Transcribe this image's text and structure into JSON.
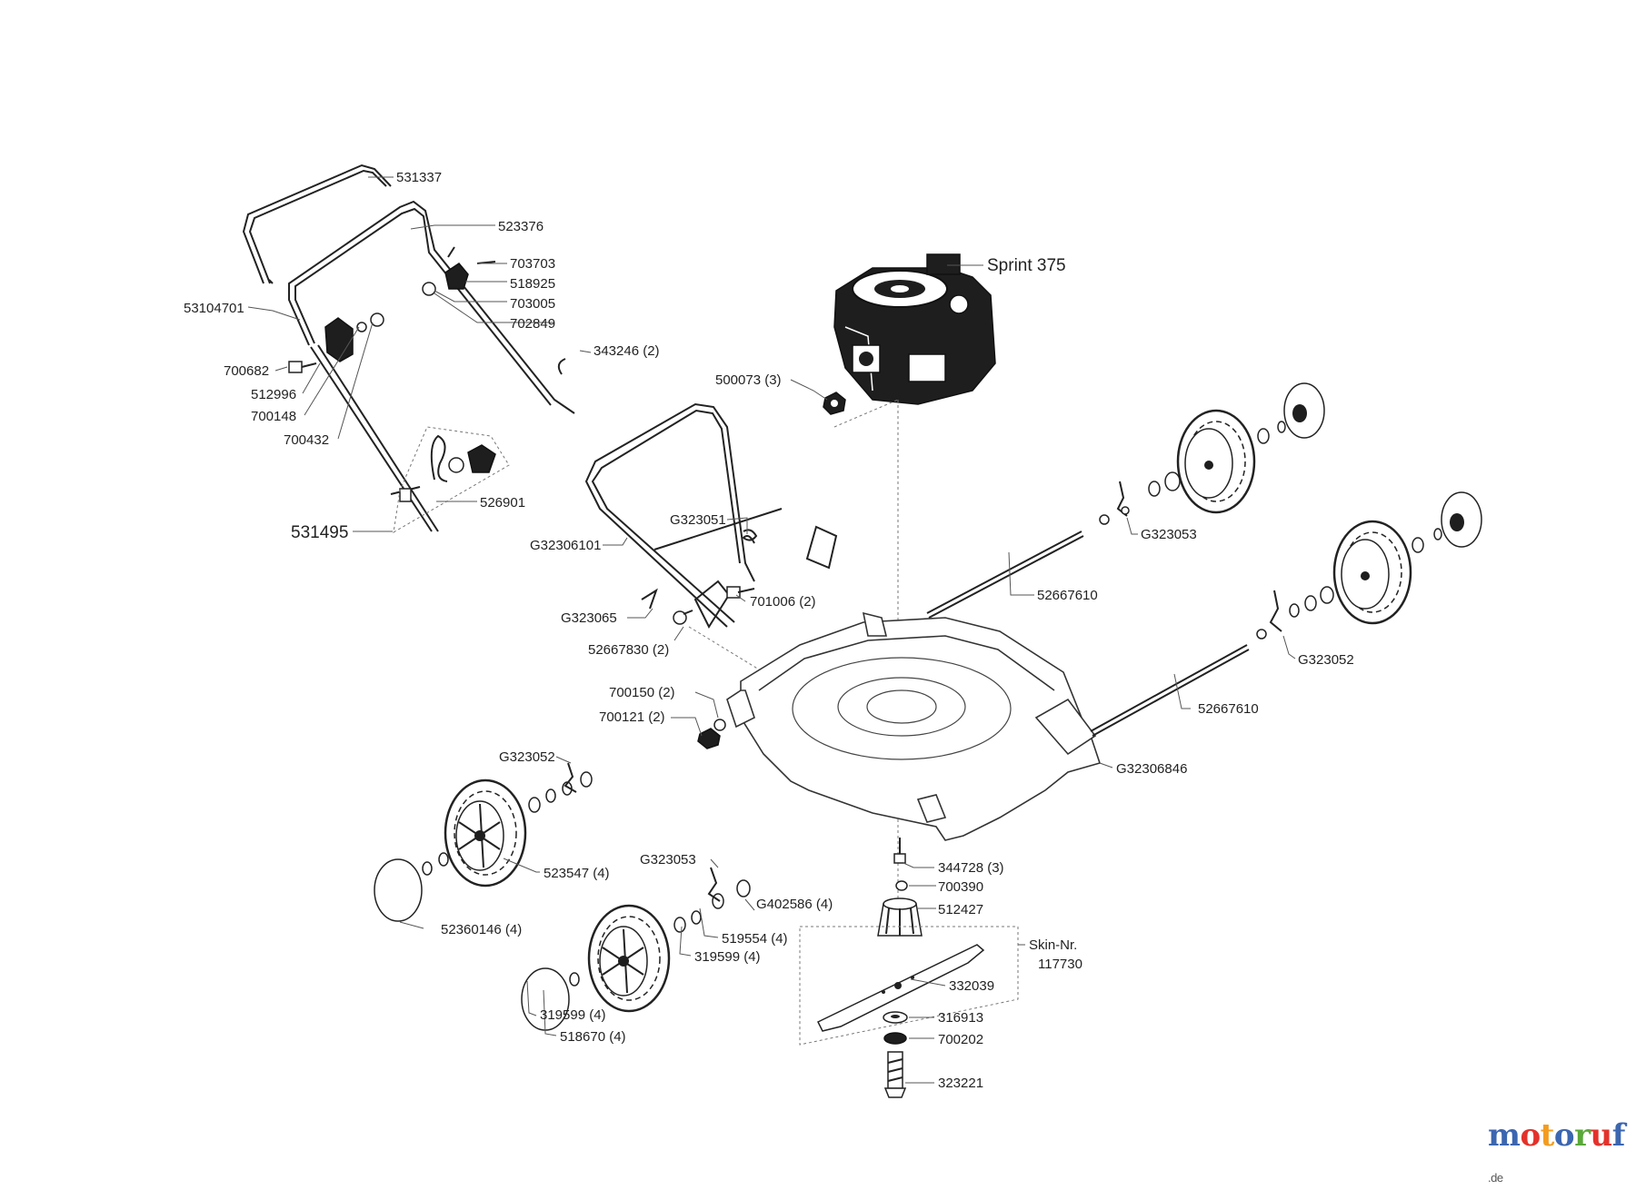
{
  "parts": {
    "p531337": "531337",
    "p523376": "523376",
    "p703703": "703703",
    "p518925": "518925",
    "p703005": "703005",
    "p702849": "702849",
    "p53104701": "53104701",
    "p343246": "343246 (2)",
    "p700682": "700682",
    "p512996": "512996",
    "p700148": "700148",
    "p700432": "700432",
    "p526901": "526901",
    "p531495": "531495",
    "engine": "Sprint 375",
    "p500073": "500073 (3)",
    "pG323051": "G323051",
    "pG32306101": "G32306101",
    "pG323053a": "G323053",
    "p52667610a": "52667610",
    "p701006": "701006 (2)",
    "pG323065": "G323065",
    "p52667830": "52667830 (2)",
    "pG323052a": "G323052",
    "p700150": "700150 (2)",
    "p700121": "700121 (2)",
    "p52667610b": "52667610",
    "pG32306846": "G32306846",
    "pG323052b": "G323052",
    "p523547": "523547 (4)",
    "pG323053b": "G323053",
    "pG402586": "G402586 (4)",
    "p344728": "344728 (3)",
    "p700390": "700390",
    "p512427": "512427",
    "p519554": "519554 (4)",
    "p319599a": "319599 (4)",
    "p52360146": "52360146 (4)",
    "skin_label": "Skin-Nr.",
    "skin_number": "117730",
    "p332039": "332039",
    "p319599b": "319599 (4)",
    "p316913": "316913",
    "p518670": "518670 (4)",
    "p700202": "700202",
    "p323221": "323221"
  },
  "logo": {
    "letters": [
      "m",
      "o",
      "t",
      "o",
      "r",
      "u",
      "f"
    ],
    "tld": ".de",
    "colors": [
      "#3b66b0",
      "#e3322b",
      "#f39c1f",
      "#3b66b0",
      "#5aa83a",
      "#e3322b",
      "#3b66b0"
    ]
  }
}
